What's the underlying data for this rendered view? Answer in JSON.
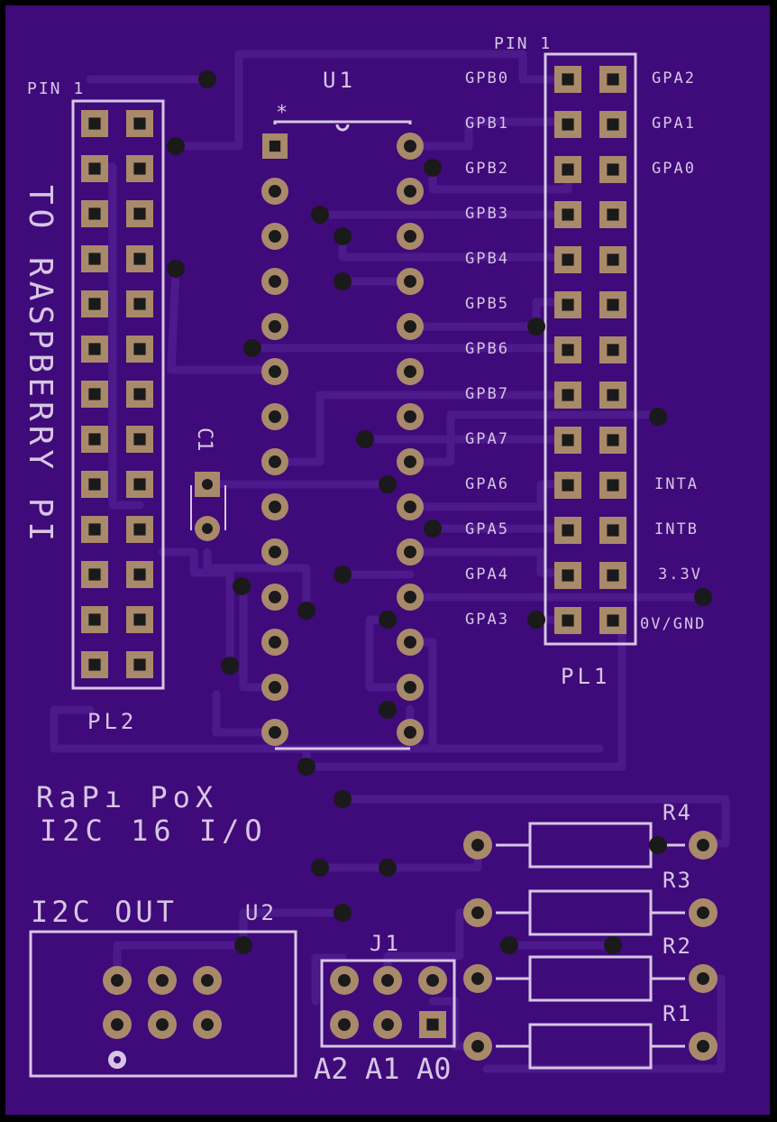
{
  "board": {
    "title_line1": "RaPı PoX",
    "title_line2": "I2C 16 I/O",
    "side_label": "TO RASPBERRY PI",
    "colors": {
      "board": "#3f0a7a",
      "trace": "#4d1a8c",
      "silkscreen": "#d6c6e4",
      "pad": "#a88a6a",
      "pad_hole": "#1a1a1a",
      "outline": "#000000"
    }
  },
  "components": {
    "U1": {
      "ref": "U1",
      "pin1_marker": "*"
    },
    "U2": {
      "ref": "U2",
      "label": "I2C OUT"
    },
    "PL1": {
      "ref": "PL1",
      "pin1": "PIN 1"
    },
    "PL2": {
      "ref": "PL2",
      "pin1": "PIN 1"
    },
    "C1": {
      "ref": "C1"
    },
    "J1": {
      "ref": "J1",
      "address_labels": [
        "A2",
        "A1",
        "A0"
      ]
    },
    "resistors": [
      "R4",
      "R3",
      "R2",
      "R1"
    ]
  },
  "pl1_left_labels": [
    "GPB0",
    "GPB1",
    "GPB2",
    "GPB3",
    "GPB4",
    "GPB5",
    "GPB6",
    "GPB7",
    "GPA7",
    "GPA6",
    "GPA5",
    "GPA4",
    "GPA3"
  ],
  "pl1_right_labels": [
    "GPA2",
    "GPA1",
    "GPA0",
    "",
    "",
    "",
    "",
    "",
    "",
    "INTA",
    "INTB",
    "3.3V",
    "0V/GND"
  ]
}
